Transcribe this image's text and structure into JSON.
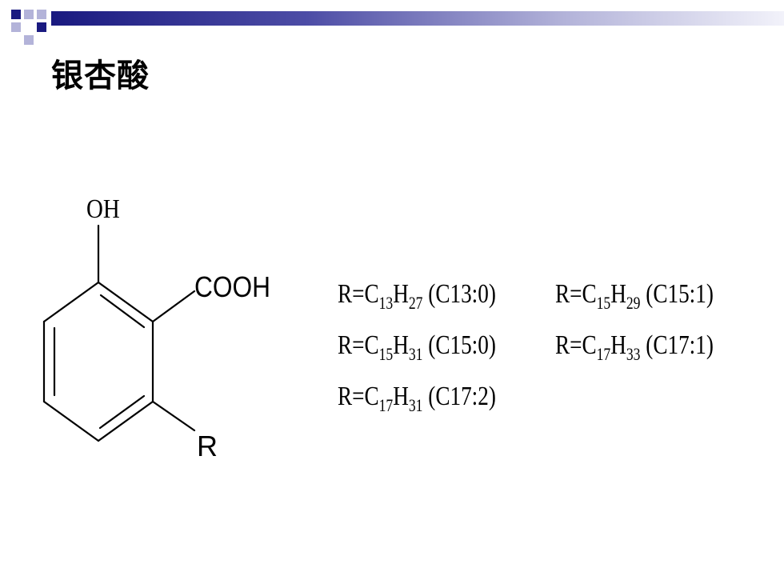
{
  "title": "银杏酸",
  "colors": {
    "accent_dark": "#1a1a80",
    "accent_light": "#b3b3d9",
    "text": "#000000"
  },
  "structure": {
    "labels": {
      "hydroxyl": "OH",
      "carboxyl": "COOH",
      "substituent": "R"
    }
  },
  "formulas": [
    [
      {
        "prefix": "R=C",
        "c_sub": "13",
        "mid": "H",
        "h_sub": "27",
        "note": " (C13:0)"
      },
      {
        "prefix": "R=C",
        "c_sub": "15",
        "mid": "H",
        "h_sub": "29",
        "note": " (C15:1)"
      }
    ],
    [
      {
        "prefix": "R=C",
        "c_sub": "15",
        "mid": "H",
        "h_sub": "31",
        "note": " (C15:0)"
      },
      {
        "prefix": "R=C",
        "c_sub": "17",
        "mid": "H",
        "h_sub": "33",
        "note": " (C17:1)"
      }
    ],
    [
      {
        "prefix": "R=C",
        "c_sub": "17",
        "mid": "H",
        "h_sub": "31",
        "note": " (C17:2)"
      }
    ]
  ]
}
